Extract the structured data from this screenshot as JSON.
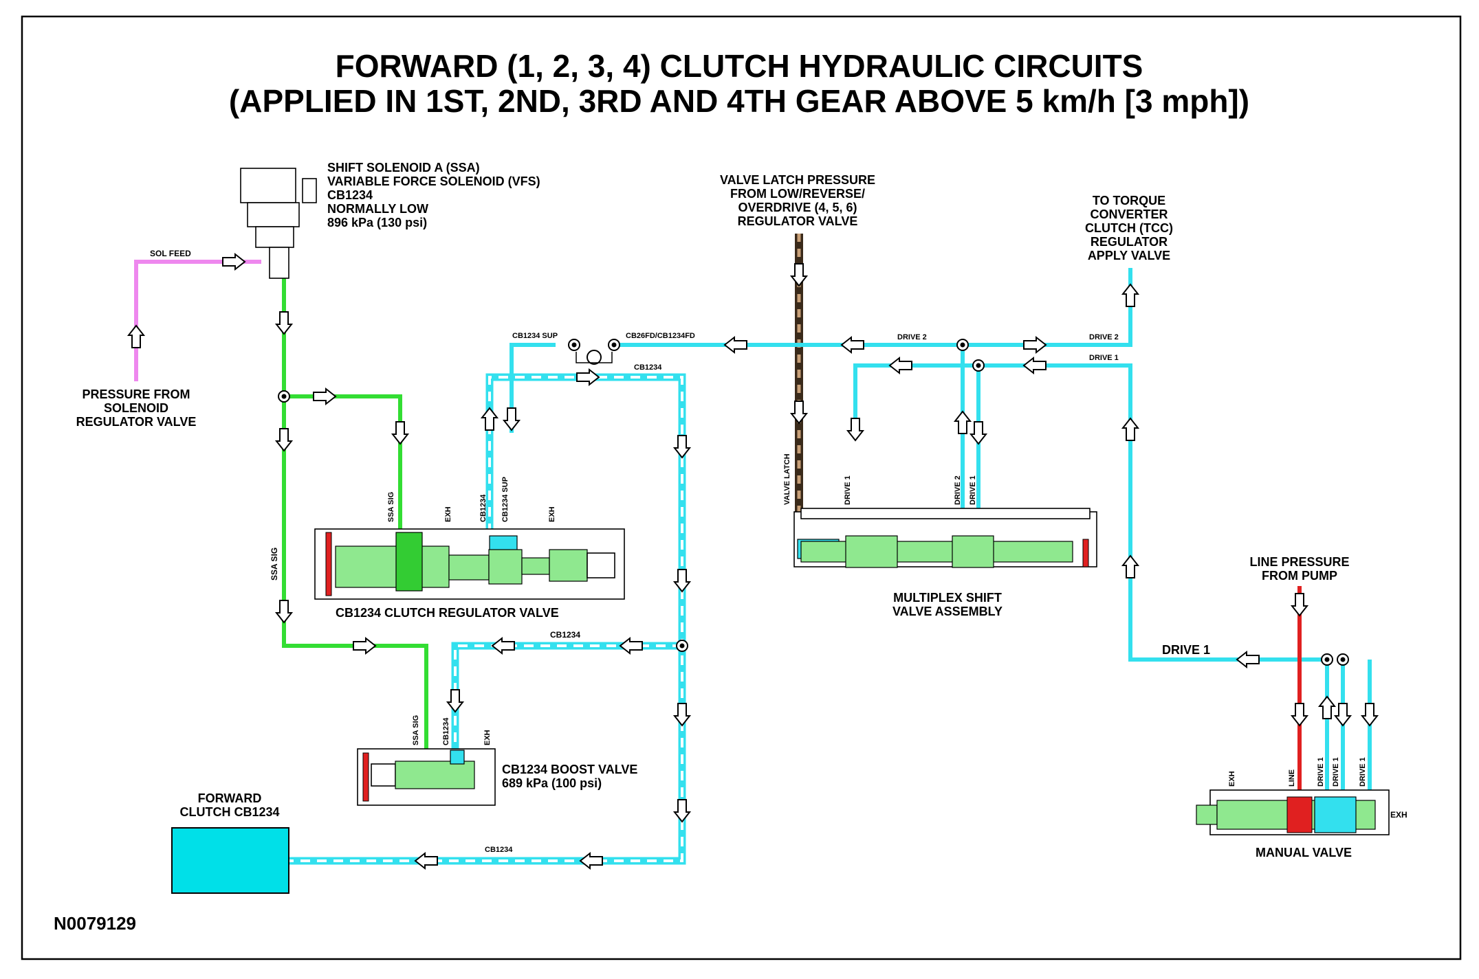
{
  "title": {
    "line1": "FORWARD (1, 2, 3, 4) CLUTCH HYDRAULIC CIRCUITS",
    "line2": "(APPLIED IN 1ST, 2ND, 3RD AND 4TH GEAR ABOVE 5 km/h [3 mph])"
  },
  "solenoid": {
    "lines": [
      "SHIFT SOLENOID A (SSA)",
      "VARIABLE FORCE SOLENOID (VFS)",
      "CB1234",
      "NORMALLY LOW",
      "896 kPa (130 psi)"
    ]
  },
  "labels": {
    "sol_feed": "SOL FEED",
    "pressure_from_solenoid": [
      "PRESSURE FROM",
      "SOLENOID",
      "REGULATOR VALVE"
    ],
    "valve_latch_pressure": [
      "VALVE LATCH PRESSURE",
      "FROM LOW/REVERSE/",
      "OVERDRIVE (4, 5, 6)",
      "REGULATOR VALVE"
    ],
    "to_tcc": [
      "TO TORQUE",
      "CONVERTER",
      "CLUTCH (TCC)",
      "REGULATOR",
      "APPLY VALVE"
    ],
    "cb1234_sup": "CB1234 SUP",
    "cb26fd": "CB26FD/CB1234FD",
    "cb1234_top": "CB1234",
    "drive2_a": "DRIVE 2",
    "drive2_b": "DRIVE 2",
    "drive1_a": "DRIVE 1",
    "drive1_line": "DRIVE 1",
    "cb1234_mid": "CB1234",
    "cb1234_bottom": "CB1234",
    "ssa_sig_long": "SSA SIG",
    "line_pressure": [
      "LINE PRESSURE",
      "FROM PUMP"
    ],
    "forward_clutch": [
      "FORWARD",
      "CLUTCH CB1234"
    ],
    "part_number": "N0079129"
  },
  "valves": {
    "regulator": {
      "name": "CB1234 CLUTCH REGULATOR VALVE",
      "ports": [
        "SSA SIG",
        "EXH",
        "CB1234",
        "CB1234 SUP",
        "EXH"
      ]
    },
    "multiplex": {
      "name": [
        "MULTIPLEX SHIFT",
        "VALVE ASSEMBLY"
      ],
      "ports": [
        "VALVE LATCH",
        "DRIVE 1",
        "DRIVE 2",
        "DRIVE 1"
      ]
    },
    "boost": {
      "name": [
        "CB1234 BOOST VALVE",
        "689 kPa (100 psi)"
      ],
      "ports": [
        "SSA SIG",
        "CB1234",
        "EXH"
      ]
    },
    "manual": {
      "name": "MANUAL VALVE",
      "ports": [
        "EXH",
        "LINE",
        "DRIVE 1",
        "DRIVE 1",
        "DRIVE 1"
      ],
      "exh_right": "EXH"
    }
  },
  "colors": {
    "ssa_signal": "#33dd33",
    "cb1234": "#33e0ee",
    "drive": "#33e0ee",
    "line_pressure": "#e02020",
    "sol_feed": "#ee88ee",
    "valve_latch": "#7a5a3a"
  }
}
